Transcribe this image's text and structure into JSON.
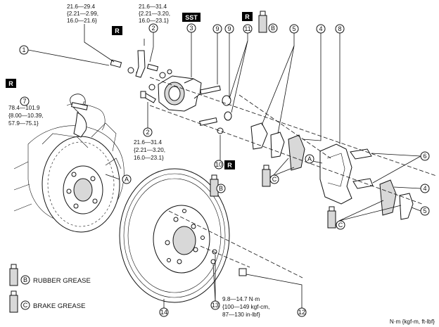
{
  "callouts": {
    "c1": "1",
    "c2": "2",
    "c3": "3",
    "c4": "4",
    "c5": "5",
    "c6": "6",
    "c7": "7",
    "c8": "8",
    "c9": "9",
    "c10": "10",
    "c11": "11",
    "c12": "12",
    "c13": "13",
    "c14": "14",
    "a": "A",
    "b": "B",
    "c": "C"
  },
  "boxes": {
    "r": "R",
    "sst": "SST"
  },
  "torques": {
    "t1": {
      "line1": "21.6—29.4",
      "line2": "{2.21—2.99,",
      "line3": "16.0—21.6}"
    },
    "t2": {
      "line1": "21.6—31.4",
      "line2": "{2.21—3.20,",
      "line3": "16.0—23.1}"
    },
    "t7": {
      "line1": "78.4—101.9",
      "line2": "{8.00—10.39,",
      "line3": "57.9—75.1}"
    },
    "t13": {
      "line1": "9.8—14.7 N·m",
      "line2": "{100—149 kgf-cm,",
      "line3": "87—130 in-lbf}"
    }
  },
  "legend": {
    "rubber": "RUBBER GREASE",
    "brake": "BRAKE GREASE"
  },
  "units": "N·m {kgf-m, ft-lbf}"
}
